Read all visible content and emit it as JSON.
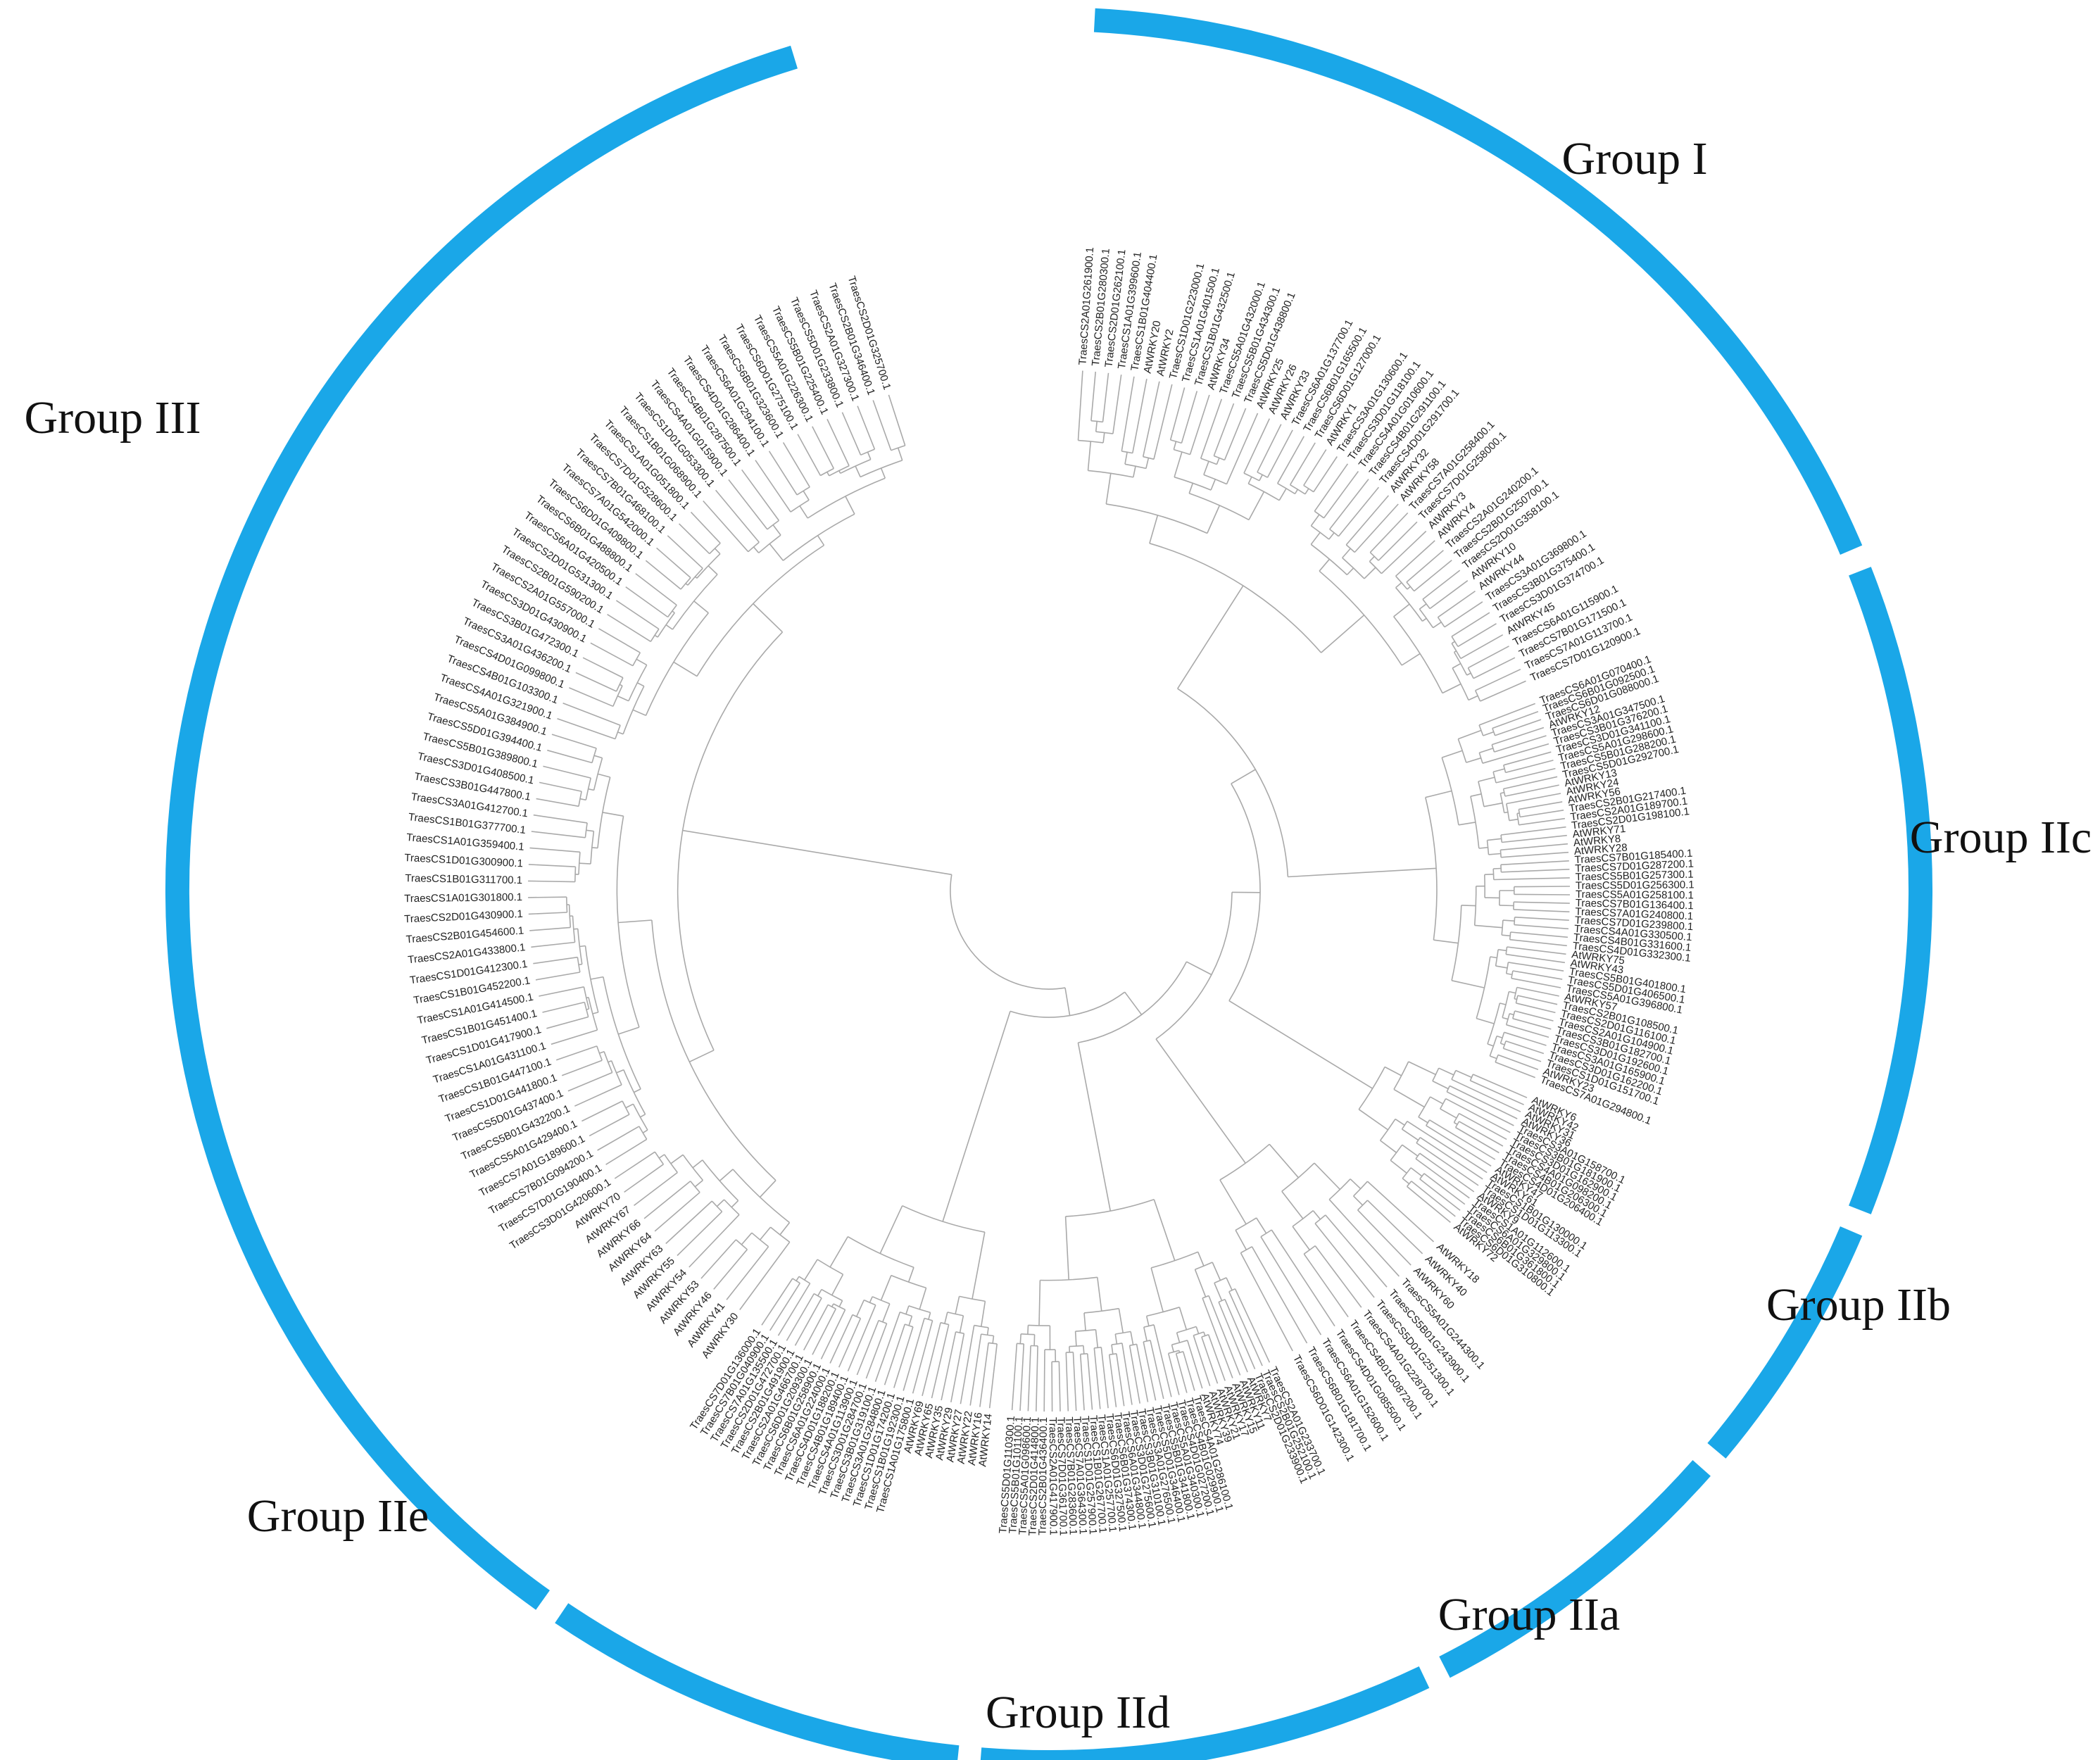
{
  "figure": {
    "type": "circular-phylogenetic-tree",
    "accent_color": "#1aa7e8",
    "branch_color": "#a9a9a9",
    "groups": [
      {
        "id": "g1",
        "label": "Group I"
      },
      {
        "id": "g2c",
        "label": "Group IIc"
      },
      {
        "id": "g2b",
        "label": "Group IIb"
      },
      {
        "id": "g2a",
        "label": "Group IIa"
      },
      {
        "id": "g2d",
        "label": "Group IId"
      },
      {
        "id": "g2e",
        "label": "Group IIe"
      },
      {
        "id": "g3",
        "label": "Group III"
      }
    ],
    "leaves": {
      "g1": [
        "TraesCS2A01G261900.1",
        "TraesCS2B01G280300.1",
        "TraesCS2D01G262100.1",
        "TraesCS1A01G399600.1",
        "TraesCS1B01G404400.1",
        "AtWRKY20",
        "AtWRKY2",
        "TraesCS1D01G223000.1",
        "TraesCS1A01G401500.1",
        "TraesCS1B01G432500.1",
        "AtWRKY34",
        "TraesCS5A01G432000.1",
        "TraesCS5B01G434300.1",
        "TraesCS5D01G438800.1",
        "AtWRKY25",
        "AtWRKY26",
        "AtWRKY33",
        "TraesCS6A01G137700.1",
        "TraesCS6B01G165500.1",
        "TraesCS6D01G127000.1",
        "AtWRKY1",
        "TraesCS3A01G130600.1",
        "TraesCS3D01G118100.1",
        "TraesCS4A01G010600.1",
        "TraesCS4B01G291100.1",
        "TraesCS4D01G291700.1",
        "AtWRKY32",
        "AtWRKY58",
        "TraesCS7A01G258400.1",
        "TraesCS7D01G258000.1",
        "AtWRKY3",
        "AtWRKY4",
        "TraesCS2A01G240200.1",
        "TraesCS2B01G250700.1",
        "TraesCS2D01G358100.1",
        "AtWRKY10",
        "AtWRKY44",
        "TraesCS3A01G369800.1",
        "TraesCS3B01G375400.1",
        "TraesCS3D01G374700.1",
        "AtWRKY45",
        "TraesCS6A01G115900.1",
        "TraesCS7B01G171500.1",
        "TraesCS7A01G113700.1",
        "TraesCS7D01G120900.1"
      ],
      "g2c": [
        "TraesCS6A01G070400.1",
        "TraesCS6B01G092500.1",
        "TraesCS6D01G088000.1",
        "AtWRKY12",
        "TraesCS3A01G347500.1",
        "TraesCS3B01G376200.1",
        "TraesCS3D01G341100.1",
        "TraesCS5A01G298600.1",
        "TraesCS5B01G288200.1",
        "TraesCS5D01G292700.1",
        "AtWRKY13",
        "AtWRKY24",
        "AtWRKY56",
        "TraesCS2B01G217400.1",
        "TraesCS2A01G189700.1",
        "TraesCS2D01G198100.1",
        "AtWRKY71",
        "AtWRKY8",
        "AtWRKY28",
        "TraesCS7B01G185400.1",
        "TraesCS7D01G287200.1",
        "TraesCS5B01G257300.1",
        "TraesCS5D01G256300.1",
        "TraesCS5A01G258100.1",
        "TraesCS7B01G136400.1",
        "TraesCS7A01G240800.1",
        "TraesCS7D01G239800.1",
        "TraesCS4A01G330500.1",
        "TraesCS4B01G331600.1",
        "TraesCS4D01G332300.1",
        "AtWRKY75",
        "AtWRKY43",
        "TraesCS5B01G401800.1",
        "TraesCS5D01G406500.1",
        "TraesCS5A01G396800.1",
        "AtWRKY57",
        "TraesCS2B01G108500.1",
        "TraesCS2D01G116100.1",
        "TraesCS2A01G104900.1",
        "TraesCS3B01G182700.1",
        "TraesCS3D01G192600.1",
        "TraesCS3A01G165900.1",
        "TraesCS3D01G162200.1",
        "TraesCS1D01G151700.1",
        "AtWRKY23",
        "TraesCS7A01G294800.1"
      ],
      "g2b": [
        "AtWRKY6",
        "AtWRKY42",
        "AtWRKY31",
        "AtWRKY36",
        "TraesCS3A01G158700.1",
        "TraesCS3B01G181900.1",
        "TraesCS3D01G162900.1",
        "TraesCS4A01G098200.1",
        "TraesCS4B01G206300.1",
        "TraesCS4D01G206400.1",
        "AtWRKY47",
        "AtWRKY61",
        "TraesCS1B01G130000.1",
        "TraesCS1D01G113300.1",
        "AtWRKY9",
        "TraesCS1A01G112600.1",
        "TraesCS6A01G329800.1",
        "TraesCS6B01G361800.1",
        "TraesCS6D01G310800.1",
        "AtWRKY72"
      ],
      "g2a": [
        "AtWRKY18",
        "AtWRKY40",
        "AtWRKY60",
        "TraesCS5A01G244300.1",
        "TraesCS5B01G243900.1",
        "TraesCS5D01G251300.1",
        "TraesCS4A01G228700.1",
        "TraesCS4B01G087200.1",
        "TraesCS4D01G085500.1",
        "TraesCS6A01G152600.1",
        "TraesCS6B01G181700.1",
        "TraesCS6D01G142300.1"
      ],
      "g2d": [
        "TraesCS2A01G233700.1",
        "TraesCS2B01G252100.1",
        "TraesCS2D01G233900.1",
        "AtWRKY7",
        "AtWRKY11",
        "AtWRKY15",
        "AtWRKY17",
        "AtWRKY21",
        "AtWRKY39",
        "AtWRKY74",
        "TraesCS4A01G286100.1",
        "TraesCS4B01G029900.1",
        "TraesCS4D01G027200.1",
        "TraesCS5A01G340300.1",
        "TraesCS5B01G341800.1",
        "TraesCS5D01G346400.1",
        "TraesCS3A01G276500.1",
        "TraesCS3B01G310100.1",
        "TraesCS3D01G275600.1",
        "TraesCS6A01G344800.1",
        "TraesCS6B01G374300.1",
        "TraesCS6D01G327500.1",
        "TraesCS1A01G257700.1",
        "TraesCS1B01G267700.1",
        "TraesCS1D01G257900.1",
        "TraesCS7A01G364300.1",
        "TraesCS7B01G283600.1",
        "TraesCS7D01G361700.1",
        "TraesCS2A01G417900.1",
        "TraesCS2B01G436400.1",
        "TraesCS2D01G414800.1",
        "TraesCS5A01G098600.1",
        "TraesCS5B01G101100.1",
        "TraesCS5D01G110300.1"
      ],
      "g2e": [
        "AtWRKY14",
        "AtWRKY16",
        "AtWRKY22",
        "AtWRKY27",
        "AtWRKY29",
        "AtWRKY35",
        "AtWRKY65",
        "AtWRKY69",
        "TraesCS1A01G175800.1",
        "TraesCS1B01G192300.1",
        "TraesCS1D01G174200.1",
        "TraesCS3A01G284800.1",
        "TraesCS3B01G319100.1",
        "TraesCS3D01G284700.1",
        "TraesCS4A01G113900.1",
        "TraesCS4B01G189400.1",
        "TraesCS4D01G188200.1",
        "TraesCS6A01G224000.1",
        "TraesCS6B01G258900.1",
        "TraesCS6D01G209300.1",
        "TraesCS2A01G466700.1",
        "TraesCS2B01G491900.1",
        "TraesCS2D01G472700.1",
        "TraesCS7A01G135500.1",
        "TraesCS7B01G040900.1",
        "TraesCS7D01G136000.1"
      ],
      "g3": [
        "AtWRKY30",
        "AtWRKY41",
        "AtWRKY46",
        "AtWRKY53",
        "AtWRKY54",
        "AtWRKY55",
        "AtWRKY63",
        "AtWRKY64",
        "AtWRKY66",
        "AtWRKY67",
        "AtWRKY70",
        "TraesCS3D01G420600.1",
        "TraesCS7D01G190400.1",
        "TraesCS7B01G094200.1",
        "TraesCS7A01G189600.1",
        "TraesCS5A01G429400.1",
        "TraesCS5B01G432200.1",
        "TraesCS5D01G437400.1",
        "TraesCS1D01G441800.1",
        "TraesCS1B01G447100.1",
        "TraesCS1A01G431100.1",
        "TraesCS1D01G417900.1",
        "TraesCS1B01G451400.1",
        "TraesCS1A01G414500.1",
        "TraesCS1B01G452200.1",
        "TraesCS1D01G412300.1",
        "TraesCS2A01G433800.1",
        "TraesCS2B01G454600.1",
        "TraesCS2D01G430900.1",
        "TraesCS1A01G301800.1",
        "TraesCS1B01G311700.1",
        "TraesCS1D01G300900.1",
        "TraesCS1A01G359400.1",
        "TraesCS1B01G377700.1",
        "TraesCS3A01G412700.1",
        "TraesCS3B01G447800.1",
        "TraesCS3D01G408500.1",
        "TraesCS5B01G389800.1",
        "TraesCS5D01G394400.1",
        "TraesCS5A01G384900.1",
        "TraesCS4A01G321900.1",
        "TraesCS4B01G103300.1",
        "TraesCS4D01G099800.1",
        "TraesCS3A01G436200.1",
        "TraesCS3B01G472300.1",
        "TraesCS3D01G430900.1",
        "TraesCS2A01G557000.1",
        "TraesCS2B01G590200.1",
        "TraesCS2D01G531300.1",
        "TraesCS6A01G420500.1",
        "TraesCS6B01G488800.1",
        "TraesCS6D01G409800.1",
        "TraesCS7A01G542000.1",
        "TraesCS7B01G468100.1",
        "TraesCS7D01G528600.1",
        "TraesCS1A01G051800.1",
        "TraesCS1B01G068900.1",
        "TraesCS1D01G053300.1",
        "TraesCS4A01G015900.1",
        "TraesCS4B01G287500.1",
        "TraesCS4D01G286400.1",
        "TraesCS6A01G294100.1",
        "TraesCS6B01G323600.1",
        "TraesCS6D01G275100.1",
        "TraesCS5A01G226300.1",
        "TraesCS5B01G225400.1",
        "TraesCS5D01G233800.1",
        "TraesCS2A01G327300.1",
        "TraesCS2B01G346400.1",
        "TraesCS2D01G325700.1"
      ]
    }
  }
}
